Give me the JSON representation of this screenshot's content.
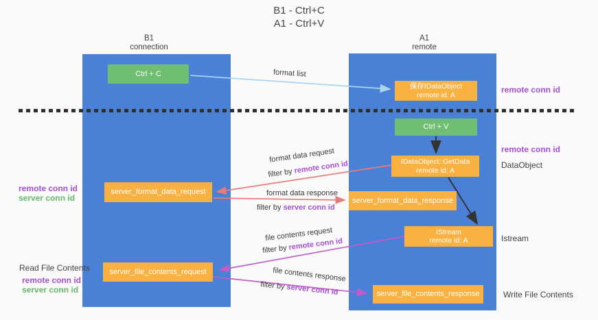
{
  "title": {
    "line1": "B1 - Ctrl+C",
    "line2": "A1 - Ctrl+V"
  },
  "lanes": {
    "left": {
      "name": "B1",
      "role": "connection"
    },
    "right": {
      "name": "A1",
      "role": "remote"
    }
  },
  "nodes": {
    "ctrl_c": {
      "label": "Ctrl + C"
    },
    "ctrl_v": {
      "label": "Ctrl + V"
    },
    "save_dataobject": {
      "line1": "保存IDataObject",
      "line2": "remote id: A"
    },
    "getdata": {
      "line1": "IDataObject::GetData",
      "line2": "remote id: A"
    },
    "istream": {
      "line1": "IStream",
      "line2": "remote id: A"
    },
    "server_format_data_request": {
      "label": "server_format_data_request"
    },
    "server_format_data_response": {
      "label": "server_format_data_response"
    },
    "server_file_contents_request": {
      "label": "server_file_contents_request"
    },
    "server_file_contents_response": {
      "label": "server_file_contents_response"
    }
  },
  "edge_labels": {
    "format_list": "format list",
    "format_data_request": "format data request",
    "format_data_response": "format data response",
    "file_contents_request": "file contents request",
    "file_contents_response": "file contents response",
    "filter_by": "filter by",
    "remote_conn_id": "remote conn id",
    "server_conn_id": "server conn id"
  },
  "annotations": {
    "right_top_remote_conn_id": "remote conn id",
    "right_mid_remote_conn_id": "remote conn id",
    "right_dataobject": "DataObject",
    "right_istream": "Istream",
    "right_write_file_contents": "Write File Contents",
    "left_remote_conn_id_1": "remote conn id",
    "left_server_conn_id_1": "server conn id",
    "left_read_file_contents": "Read File Contents",
    "left_remote_conn_id_2": "remote conn id",
    "left_server_conn_id_2": "server conn id"
  },
  "colors": {
    "lane_blue": "#4a80d5",
    "node_green": "#6fbe72",
    "node_orange": "#f9b242",
    "purple_text": "#a64fd1",
    "green_text": "#64b868",
    "arrow_red": "#e87c78",
    "arrow_magenta": "#c35cc8",
    "arrow_blue": "#aad4f0",
    "arrow_black": "#333333",
    "bg": "#fafafa"
  }
}
